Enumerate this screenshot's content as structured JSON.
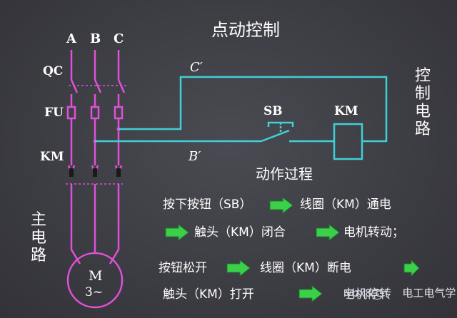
{
  "title": "点动控制",
  "phases": [
    "A",
    "B",
    "C"
  ],
  "labels": {
    "qc": "QC",
    "fu": "FU",
    "km_main": "KM",
    "c_prime": "C′",
    "b_prime": "B′",
    "sb": "SB",
    "km_coil": "KM",
    "motor_m": "M",
    "motor_phase": "3~"
  },
  "main_circuit": [
    "主",
    "电",
    "路"
  ],
  "control_circuit": [
    "控",
    "制",
    "电",
    "路"
  ],
  "process": {
    "heading": "动作过程",
    "row1": [
      "按下按钮（SB）",
      "线圈（KM）通电"
    ],
    "row2": [
      "触头（KM）闭合",
      "电机转动；"
    ],
    "row3": [
      "按钮松开",
      "线圈（KM）断电"
    ],
    "row4": [
      "触头（KM）打开",
      "电机停转"
    ]
  },
  "watermark": "电工电气学习",
  "watermark_prefix": "ybx8.cn",
  "colors": {
    "background": "#3d3d44",
    "main_wire": "#e050d8",
    "control_wire": "#3fd0d6",
    "arrow": "#3cd04a",
    "text": "#ffffff"
  }
}
